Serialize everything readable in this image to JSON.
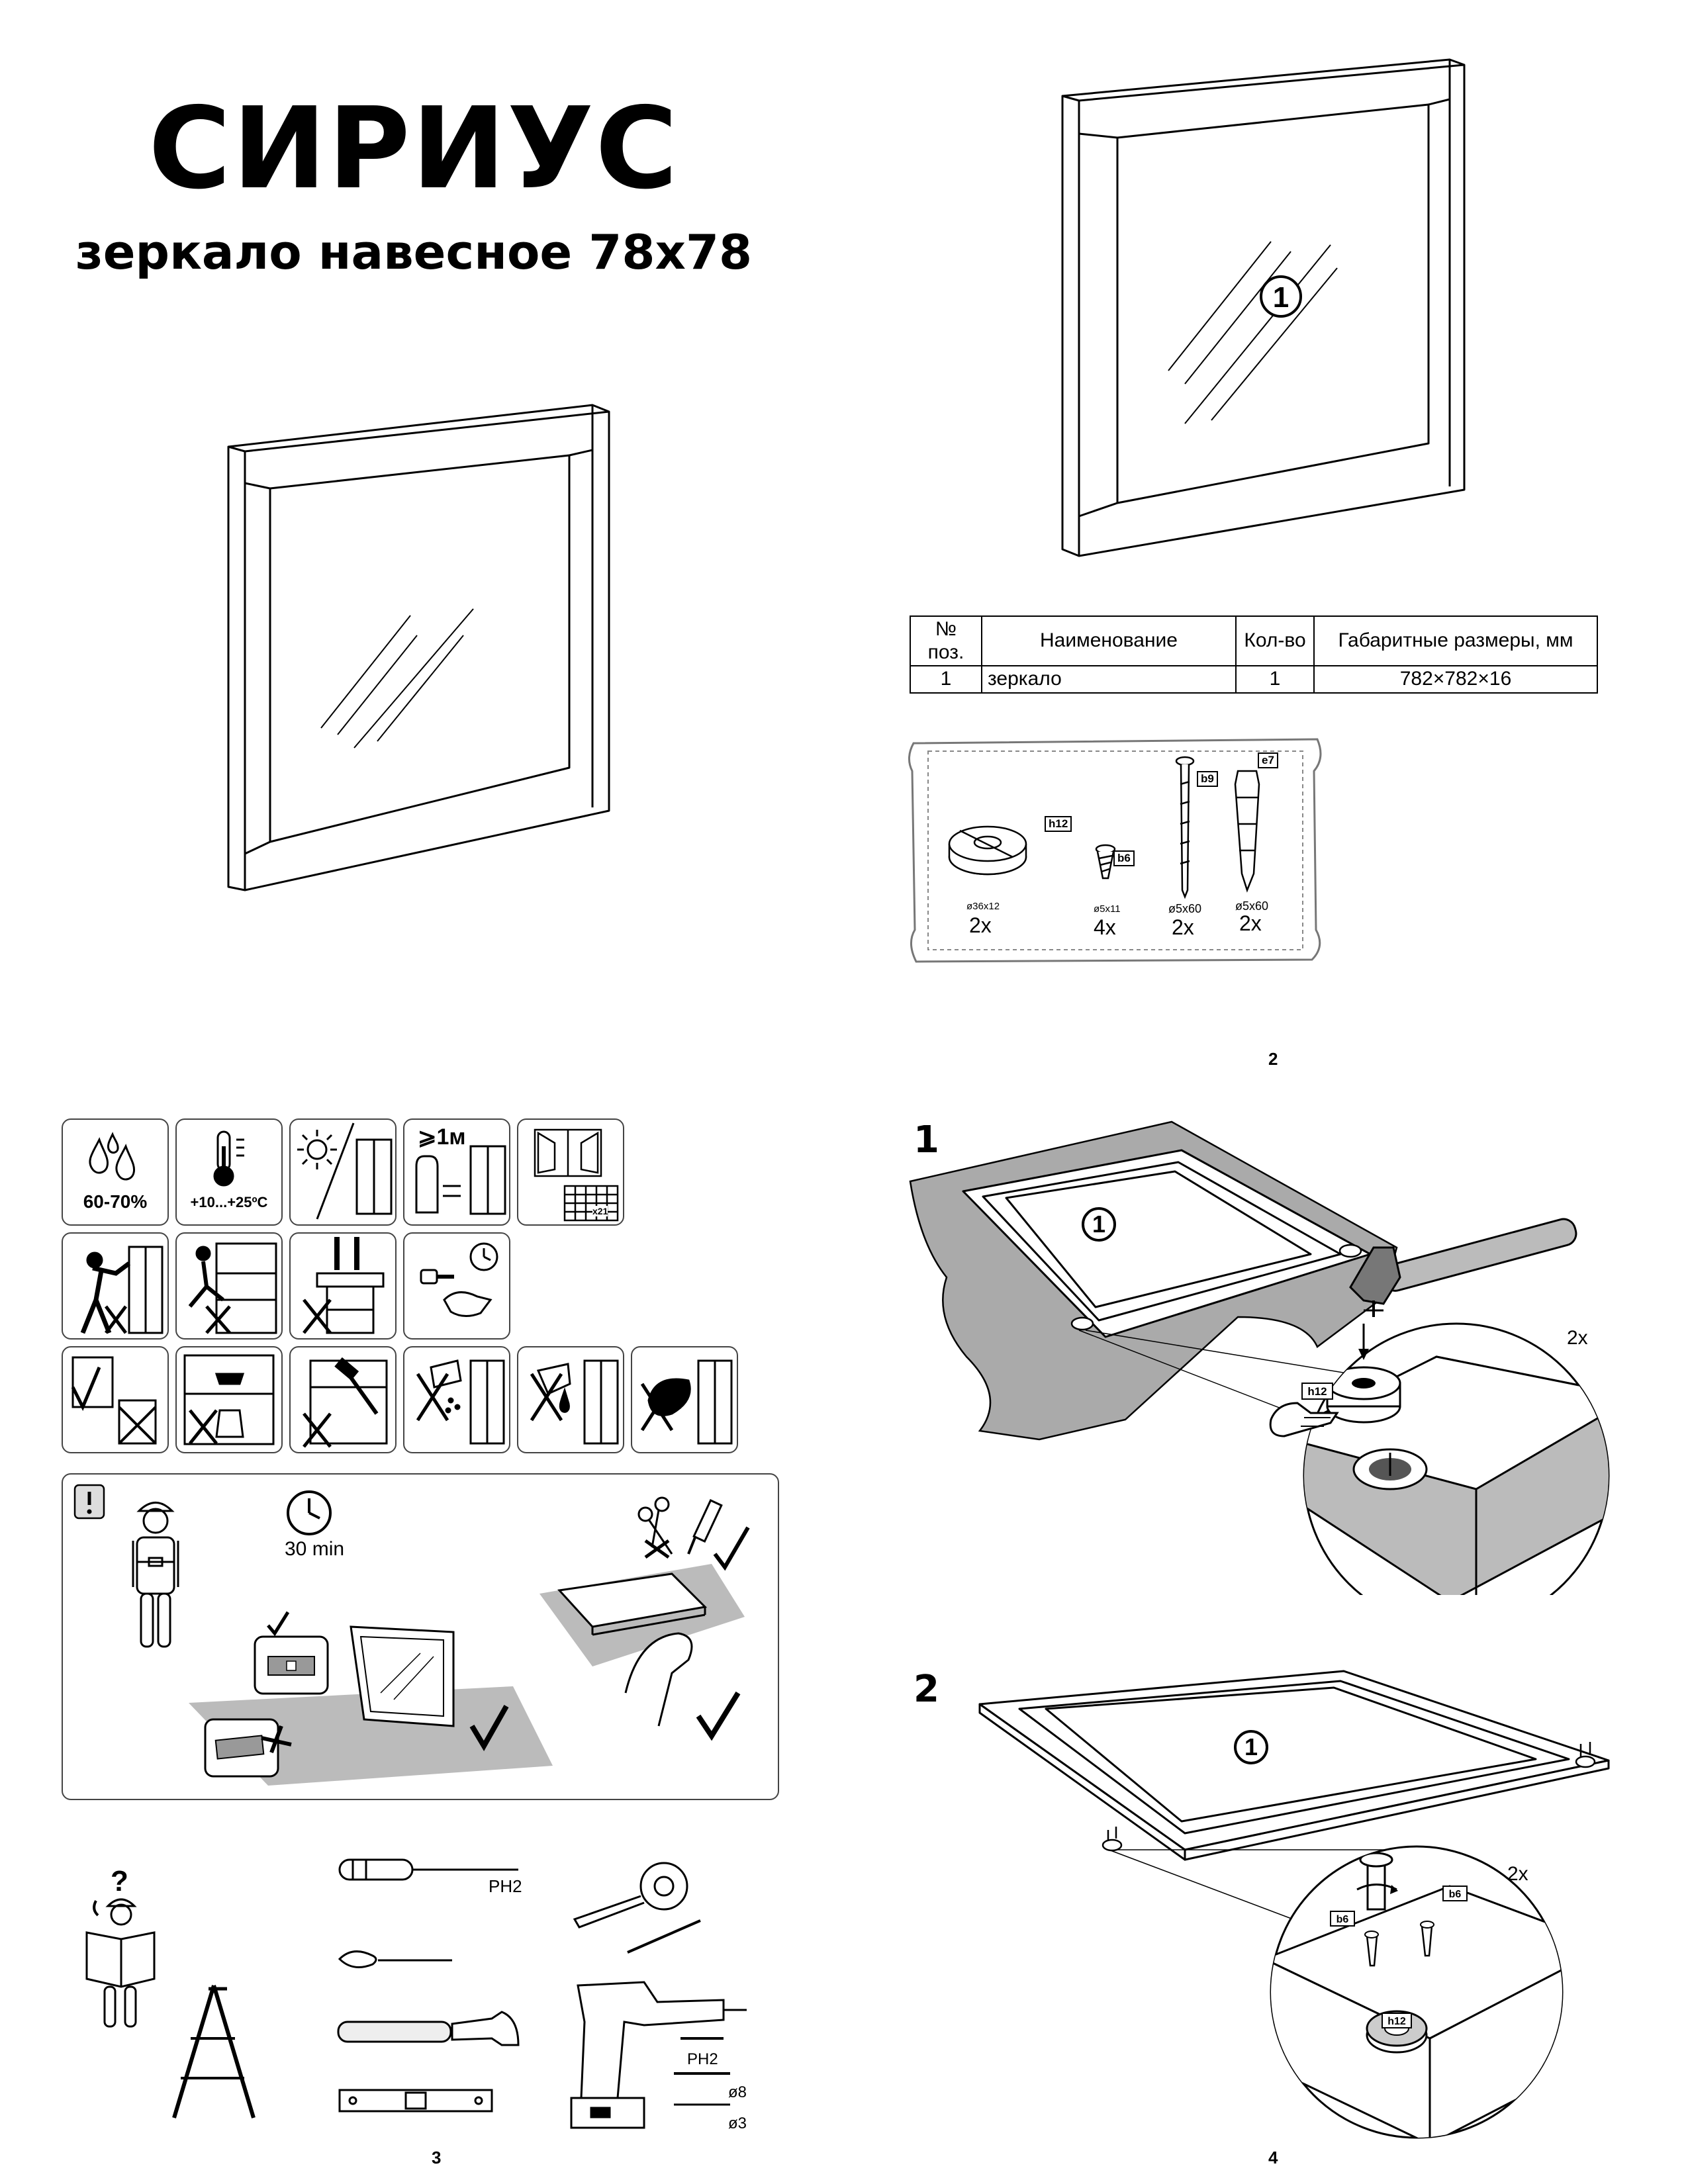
{
  "cover": {
    "title": "СИРИУС",
    "subtitle": "зеркало навесное 78x78"
  },
  "pages": {
    "p2": "2",
    "p3": "3",
    "p4": "4"
  },
  "parts_table": {
    "headers": [
      "№ поз.",
      "Наименование",
      "Кол-во",
      "Габаритные размеры, мм"
    ],
    "rows": [
      {
        "pos": "1",
        "name": "зеркало",
        "qty": "1",
        "dims": "782×782×16"
      }
    ]
  },
  "part_marker": "1",
  "hardware": [
    {
      "code": "h12",
      "size": "ø36x12",
      "qty": "2x"
    },
    {
      "code": "b6",
      "size": "ø5x11",
      "qty": "4x"
    },
    {
      "code": "b9",
      "size": "ø5x60",
      "qty": "2x"
    },
    {
      "code": "e7",
      "size": "ø5x60",
      "qty": "2x"
    }
  ],
  "care_icons": {
    "humidity": "60-70%",
    "temperature": "+10...+25ºC",
    "distance": "⩾1м",
    "grid_count": "x21"
  },
  "prep_panel": {
    "time": "30 min"
  },
  "tools": {
    "screwdriver_bit": "PH2",
    "drill_bit": "PH2",
    "drill_d1": "ø8",
    "drill_d2": "ø3",
    "question": "?"
  },
  "steps": [
    {
      "number": "1",
      "part": "1",
      "count": "2x",
      "fittings": [
        "h12"
      ]
    },
    {
      "number": "2",
      "part": "1",
      "count": "2x",
      "fittings": [
        "b6",
        "b6",
        "h12"
      ]
    }
  ]
}
